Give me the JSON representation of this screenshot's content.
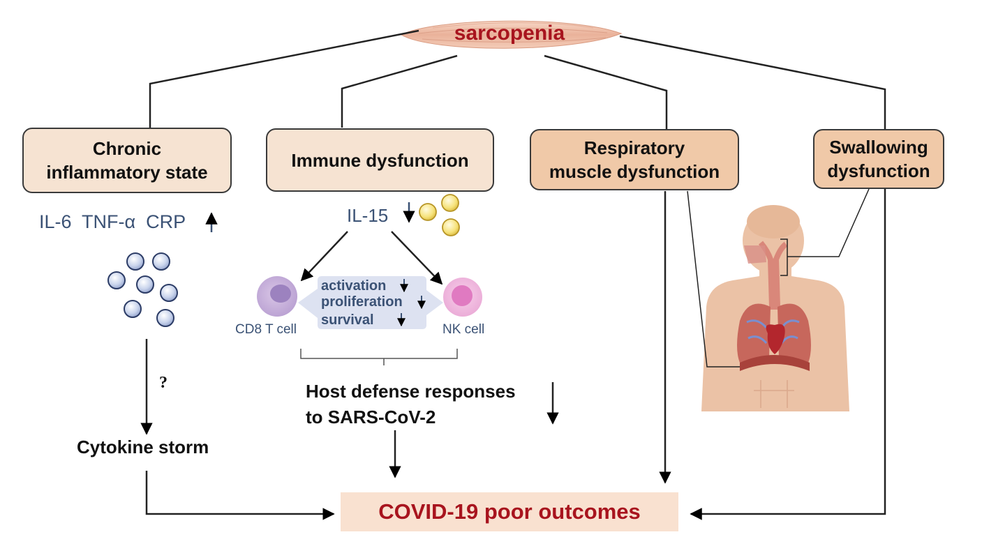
{
  "top": {
    "label": "sarcopenia"
  },
  "boxes": {
    "chronic": {
      "line1": "Chronic",
      "line2": "inflammatory state"
    },
    "immune": {
      "label": "Immune dysfunction"
    },
    "respiratory": {
      "line1": "Respiratory",
      "line2": "muscle dysfunction"
    },
    "swallowing": {
      "line1": "Swallowing",
      "line2": "dysfunction"
    }
  },
  "inflammation": {
    "markers": "IL-6  TNF-α  CRP",
    "question": "?",
    "storm": "Cytokine storm"
  },
  "immune_detail": {
    "il15": "IL-15",
    "cd8": "CD8 T cell",
    "nk": "NK cell",
    "activation": "activation",
    "proliferation": "proliferation",
    "survival": "survival",
    "host_line1": "Host defense responses",
    "host_line2": "to SARS-CoV-2"
  },
  "outcome": {
    "label": "COVID-19 poor outcomes"
  },
  "colors": {
    "accent_red": "#a8141e",
    "marker_blue": "#3b5275",
    "box_light": "#f6e3d2",
    "box_dark": "#f0c9a8",
    "outcome_bg": "#f9e1d0",
    "panel_blue": "#dde2f1"
  },
  "icons": {
    "muscle": "muscle-fiber-icon",
    "cells": "cytokine-cell-icon",
    "cd8": "cd8-t-cell-icon",
    "nk": "nk-cell-icon",
    "body": "human-torso-icon"
  }
}
